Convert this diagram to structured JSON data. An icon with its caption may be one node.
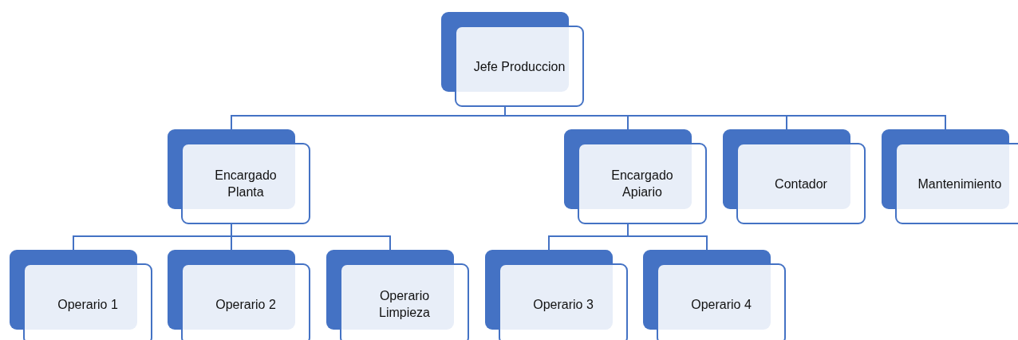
{
  "diagram": {
    "nodes": [
      {
        "text": [
          "Jefe Produccion"
        ]
      },
      {
        "text": [
          "Encargado Planta"
        ]
      },
      {
        "text": [
          "Encargado Apiario"
        ]
      },
      {
        "text": [
          "Contador"
        ]
      },
      {
        "text": [
          "Mantenimiento"
        ]
      },
      {
        "text": [
          "Operario 1"
        ]
      },
      {
        "text": [
          "Operario 2"
        ]
      },
      {
        "text": [
          "Operario Limpieza"
        ]
      },
      {
        "text": [
          "Operario 3"
        ]
      },
      {
        "text": [
          "Operario 4"
        ]
      }
    ],
    "edges": [
      {
        "from": 0,
        "to": 1,
        "arrow": "none"
      },
      {
        "from": 0,
        "to": 2,
        "arrow": "none"
      },
      {
        "from": 0,
        "to": 3,
        "arrow": "none"
      },
      {
        "from": 0,
        "to": 4,
        "arrow": "none"
      },
      {
        "from": 1,
        "to": 5,
        "arrow": "none"
      },
      {
        "from": 1,
        "to": 6,
        "arrow": "none"
      },
      {
        "from": 1,
        "to": 7,
        "arrow": "none"
      },
      {
        "from": 2,
        "to": 8,
        "arrow": "none"
      },
      {
        "from": 2,
        "to": 9,
        "arrow": "none"
      }
    ]
  }
}
